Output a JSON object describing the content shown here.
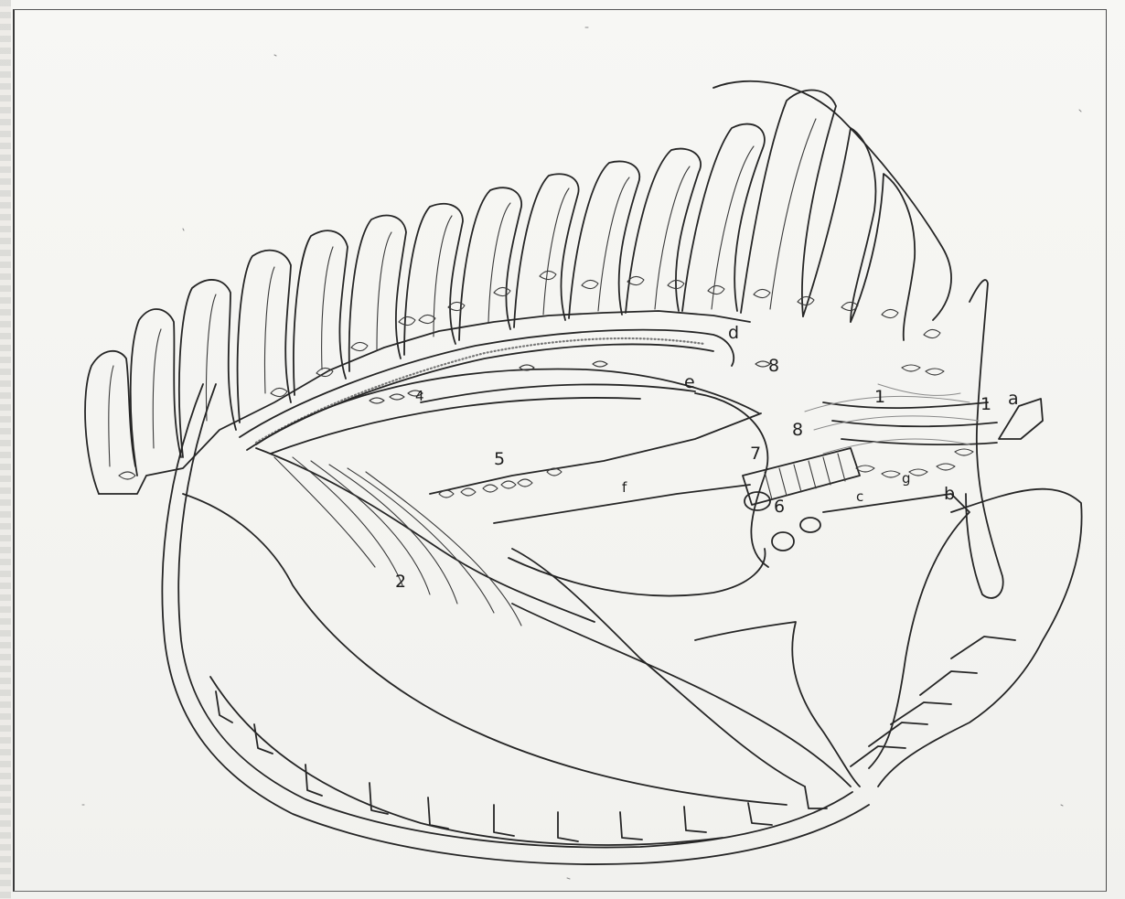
{
  "figure": {
    "labels": {
      "a": "a",
      "b": "b",
      "c": "c",
      "d": "d",
      "e": "e",
      "f": "f",
      "g": "g",
      "n1": "1",
      "n1b": "1",
      "n2": "2",
      "n4": "4",
      "n5": "5",
      "n6": "6",
      "n7": "7",
      "n8": "8",
      "n8b": "8"
    },
    "colors": {
      "ink": "#262626",
      "paper": "#f4f4f1"
    }
  }
}
